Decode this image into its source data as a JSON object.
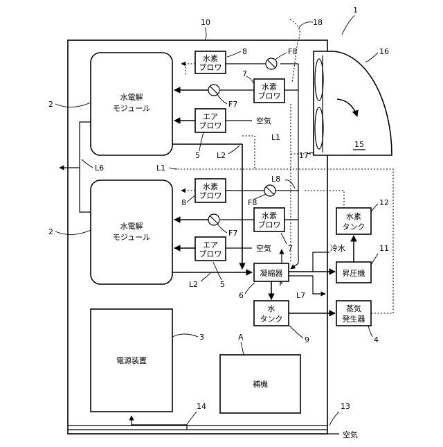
{
  "labels": {
    "module": [
      "水電解",
      "モジュール"
    ],
    "h2_blower": [
      "水素",
      "ブロワ"
    ],
    "air_blower": [
      "エア",
      "ブロワ"
    ],
    "condenser": "凝縮器",
    "water_tank": [
      "水",
      "タンク"
    ],
    "h2_tank": [
      "水素",
      "タンク"
    ],
    "booster": "昇圧機",
    "steam_gen": [
      "蒸気",
      "発生器"
    ],
    "power": "電源装置",
    "aux": "補機",
    "air": "空気",
    "cold_water": "冷水"
  },
  "refs": {
    "r1": "1",
    "r10": "10",
    "r18": "18",
    "r16": "16",
    "r8": "8",
    "rF8": "F8",
    "r7": "7",
    "r2": "2",
    "rF7": "F7",
    "r5": "5",
    "rL1": "L1",
    "rL2": "L2",
    "r17": "17",
    "r15": "15",
    "rL6": "L6",
    "rL8": "L8",
    "r12": "12",
    "r11": "11",
    "r6": "6",
    "rL7": "L7",
    "r9": "9",
    "r4": "4",
    "r3": "3",
    "rA": "A",
    "r14": "14",
    "r13": "13"
  }
}
